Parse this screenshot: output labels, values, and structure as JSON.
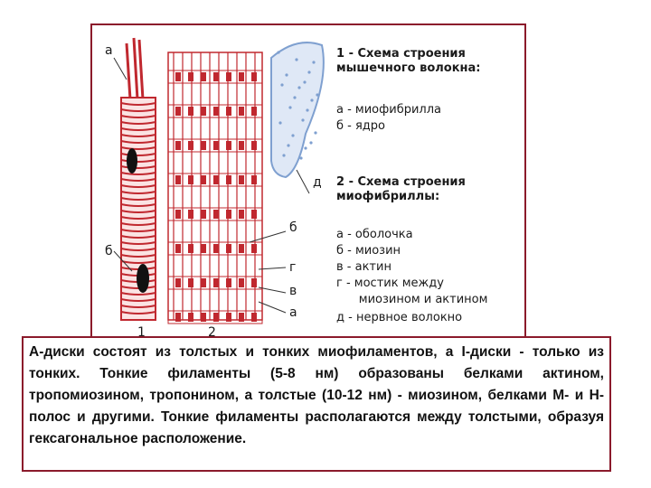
{
  "colors": {
    "frame": "#8b1a2b",
    "muscle": "#c0282f",
    "nerve": "#7fa0d0",
    "text": "#1a1a1a"
  },
  "labels": {
    "a_top": "а",
    "b_left": "б",
    "d_nerve": "д",
    "b_right": "б",
    "g_right": "г",
    "v_right": "в",
    "a_right": "а",
    "num1": "1",
    "num2": "2"
  },
  "legend": {
    "section1_title": "1 - Схема строения",
    "section1_title2": "мышечного волокна:",
    "items1": [
      "а - миофибрилла",
      "б - ядро"
    ],
    "section2_title": "2 - Схема строения",
    "section2_title2": "миофибриллы:",
    "items2": [
      "а - оболочка",
      "б - миозин",
      "в - актин",
      "г - мостик между",
      "      миозином и актином",
      "д - нервное волокно"
    ]
  },
  "caption": "А-диски состоят из толстых и тонких миофиламентов, а I-диски - только из тонких. Тонкие филаменты (5-8 нм) образованы белками актином, тропомиозином, тропонином, а толстые (10-12 нм) - миозином, белками М- и Н-полос и другими. Тонкие филаменты располагаются между толстыми, образуя гексагональное расположение."
}
